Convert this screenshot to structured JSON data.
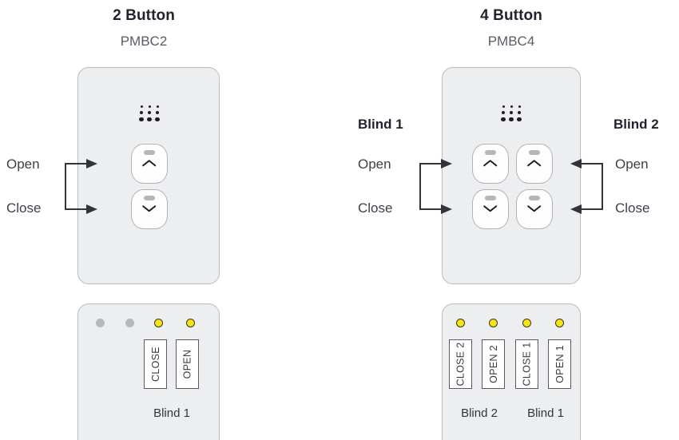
{
  "devices": [
    {
      "id": "pmbc2",
      "title": "2 Button",
      "model": "PMBC2",
      "buttons": [
        {
          "name": "open-button",
          "chevron": "chevron-up-icon"
        },
        {
          "name": "close-button",
          "chevron": "chevron-down-icon"
        }
      ],
      "left_group": {
        "heading": "",
        "open_label": "Open",
        "close_label": "Close"
      },
      "leds": [
        {
          "state": "off"
        },
        {
          "state": "off"
        },
        {
          "state": "on"
        },
        {
          "state": "on"
        }
      ],
      "terminals": [
        {
          "label": "CLOSE"
        },
        {
          "label": "OPEN"
        }
      ],
      "footers": [
        {
          "label": "Blind 1"
        }
      ]
    },
    {
      "id": "pmbc4",
      "title": "4 Button",
      "model": "PMBC4",
      "buttons": [
        {
          "name": "blind1-open-button",
          "chevron": "chevron-up-icon"
        },
        {
          "name": "blind2-open-button",
          "chevron": "chevron-up-icon"
        },
        {
          "name": "blind1-close-button",
          "chevron": "chevron-down-icon"
        },
        {
          "name": "blind2-close-button",
          "chevron": "chevron-down-icon"
        }
      ],
      "left_group": {
        "heading": "Blind 1",
        "open_label": "Open",
        "close_label": "Close"
      },
      "right_group": {
        "heading": "Blind 2",
        "open_label": "Open",
        "close_label": "Close"
      },
      "leds": [
        {
          "state": "on"
        },
        {
          "state": "on"
        },
        {
          "state": "on"
        },
        {
          "state": "on"
        }
      ],
      "terminals": [
        {
          "label": "CLOSE 2"
        },
        {
          "label": "OPEN 2"
        },
        {
          "label": "CLOSE 1"
        },
        {
          "label": "OPEN 1"
        }
      ],
      "footers": [
        {
          "label": "Blind 2"
        },
        {
          "label": "Blind 1"
        }
      ]
    }
  ],
  "colors": {
    "panel_fill": "#edeef0",
    "panel_border": "#b9bcc1",
    "button_fill": "#fdfdfd",
    "button_border": "#b0b3b8",
    "led_on": "#f5e313",
    "led_off": "#b6b8bc",
    "arrow": "#33333b",
    "title_text": "#23232d",
    "body_text": "#3f3f4a"
  }
}
